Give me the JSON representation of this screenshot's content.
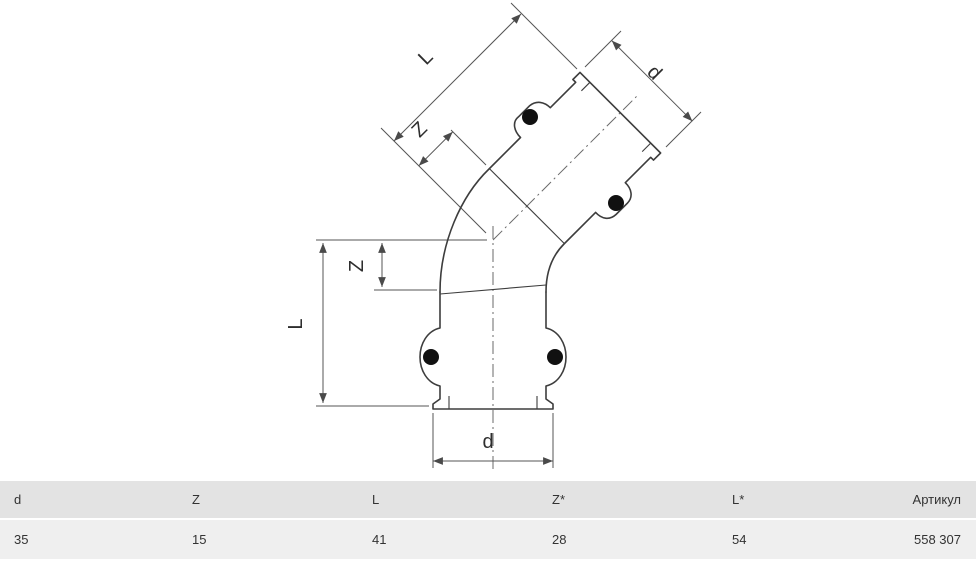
{
  "colors": {
    "line": "#3d3d3d",
    "dim": "#555555",
    "header_bg": "#e3e3e3",
    "row_bg": "#efefef",
    "text": "#333333",
    "oring": "#111111"
  },
  "diagram": {
    "labels": {
      "branch_length": "L",
      "branch_z": "Z",
      "branch_diameter": "d",
      "run_z": "Z",
      "run_length": "L",
      "run_diameter": "d"
    }
  },
  "table": {
    "headers": [
      "d",
      "Z",
      "L",
      "Z*",
      "L*",
      "Артикул"
    ],
    "rows": [
      [
        "35",
        "15",
        "41",
        "28",
        "54",
        "558 307"
      ]
    ]
  }
}
